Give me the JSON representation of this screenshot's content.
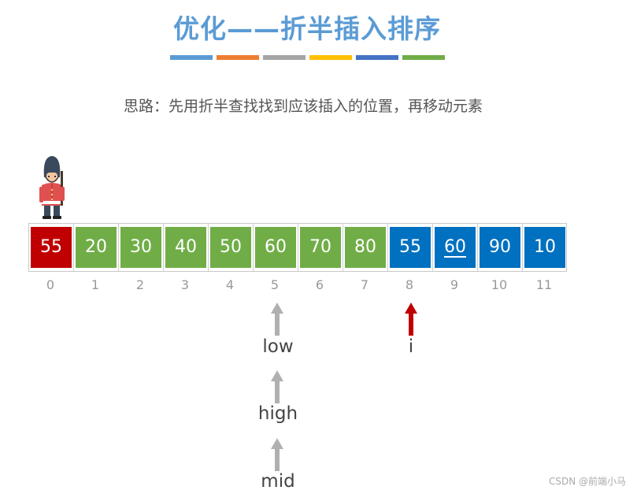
{
  "title": "优化——折半插入排序",
  "color_bars": [
    "#5b9bd5",
    "#ed7d31",
    "#a5a5a5",
    "#ffc000",
    "#4472c4",
    "#70ad47"
  ],
  "subtitle": "思路：先用折半查找找到应该插入的位置，再移动元素",
  "array": {
    "values": [
      "55",
      "20",
      "30",
      "40",
      "50",
      "60",
      "70",
      "80",
      "55",
      "60",
      "90",
      "10"
    ],
    "indices": [
      "0",
      "1",
      "2",
      "3",
      "4",
      "5",
      "6",
      "7",
      "8",
      "9",
      "10",
      "11"
    ],
    "cell_colors": [
      "#c00000",
      "#70ad47",
      "#70ad47",
      "#70ad47",
      "#70ad47",
      "#70ad47",
      "#70ad47",
      "#70ad47",
      "#0070c0",
      "#0070c0",
      "#0070c0",
      "#0070c0"
    ],
    "underlined_index": 9
  },
  "pointers": {
    "low": "low",
    "high": "high",
    "mid": "mid",
    "i": "i"
  },
  "pointer_colors": {
    "gray": "#b0b0b0",
    "red": "#c00000"
  },
  "watermark": "CSDN @前端小马"
}
